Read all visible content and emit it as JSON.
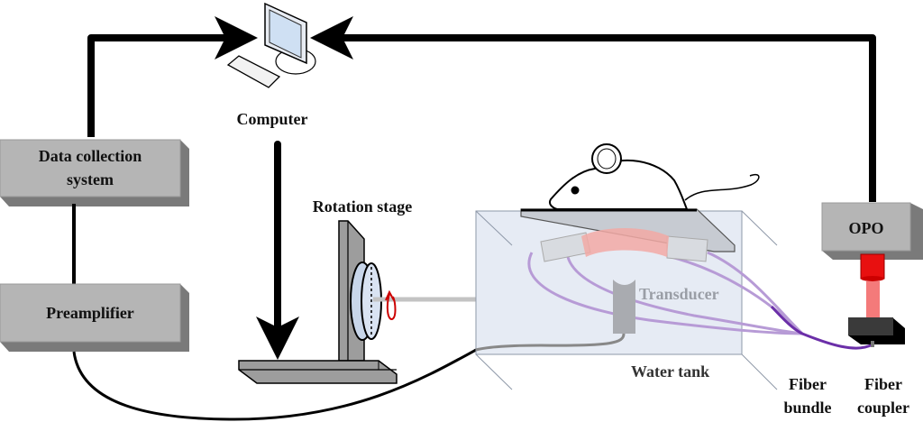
{
  "labels": {
    "computer": "Computer",
    "data_collection_line1": "Data collection",
    "data_collection_line2": "system",
    "preamplifier": "Preamplifier",
    "rotation_stage": "Rotation stage",
    "transducer": "Transducer",
    "water_tank": "Water tank",
    "opo": "OPO",
    "fiber_bundle_line1": "Fiber",
    "fiber_bundle_line2": "bundle",
    "fiber_coupler_line1": "Fiber",
    "fiber_coupler_line2": "coupler"
  },
  "colors": {
    "box_gray": "#b5b5b5",
    "box_shadow": "#7a7a7a",
    "fiber_purple": "#7a3fb0",
    "laser_red": "#e81010",
    "beam_red": "#f47a7a",
    "tank_blue": "#dfe6f2",
    "tissue_pink": "#f2a9a5"
  },
  "icons": [
    "computer-icon",
    "rotation-arrow-icon",
    "mouse-illustration"
  ]
}
